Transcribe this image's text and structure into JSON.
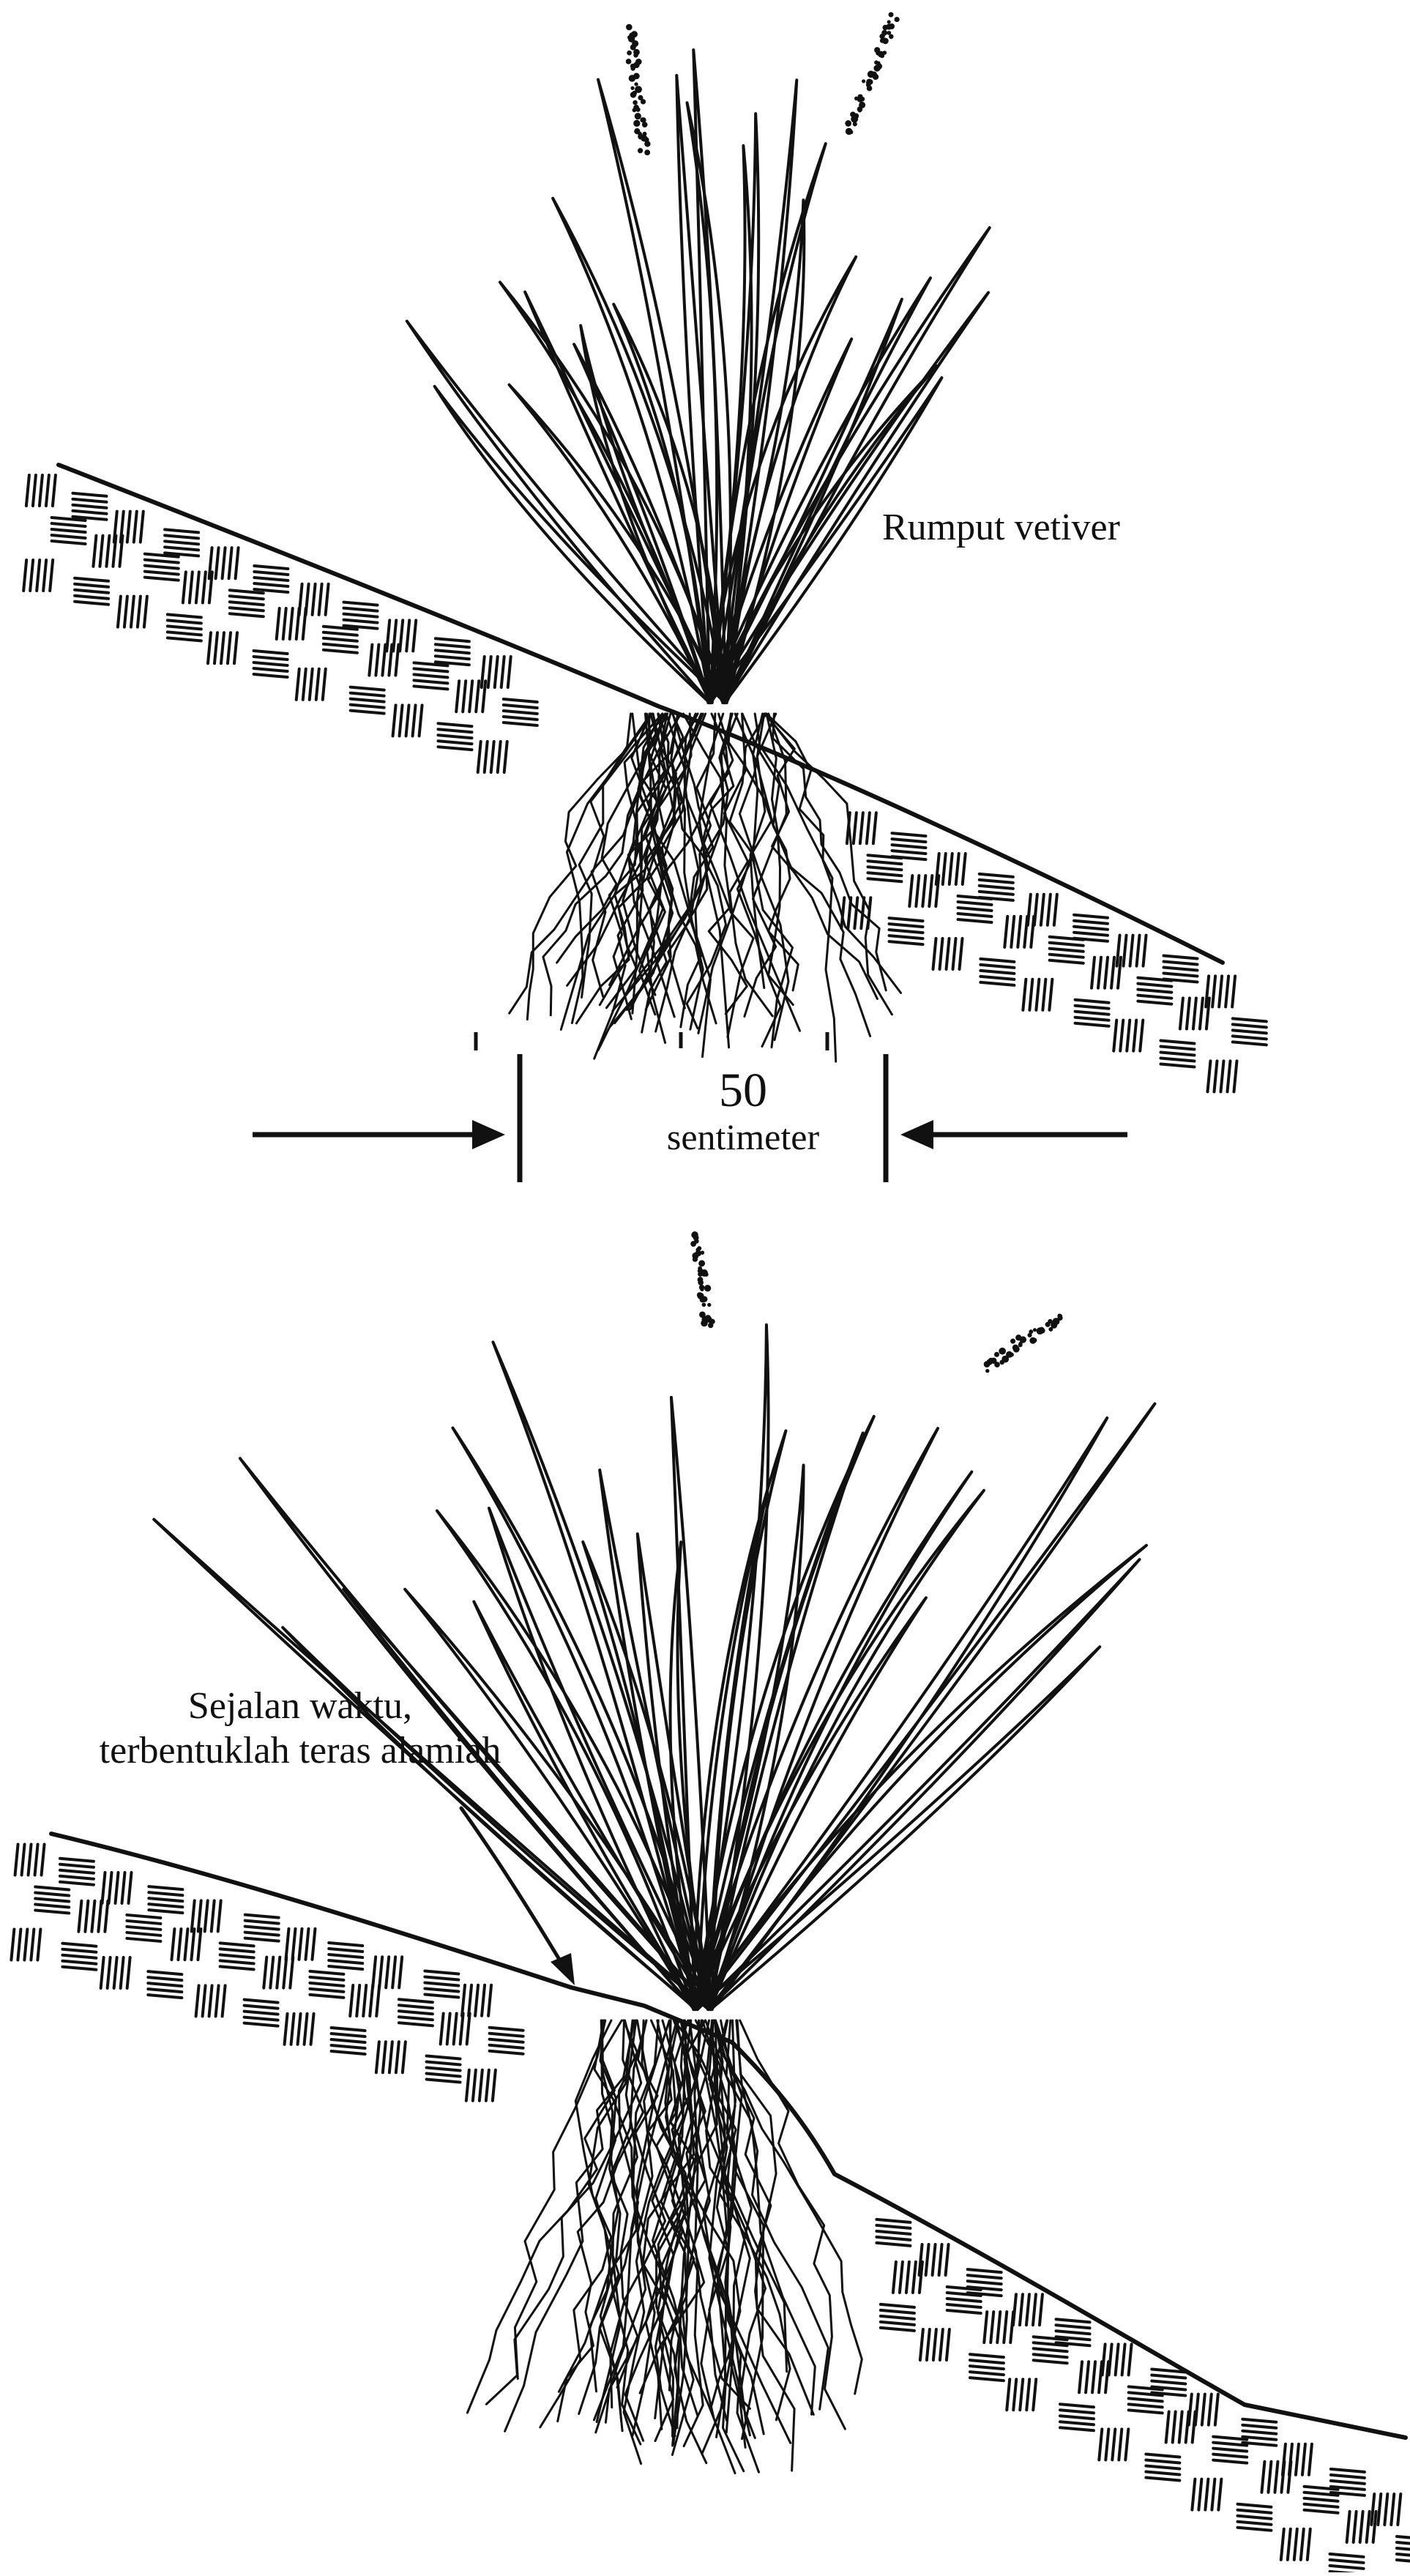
{
  "labels": {
    "top_plant": "Rumput vetiver",
    "distance_value": "50",
    "distance_unit": "sentimeter",
    "terrace": "Sejalan waktu, terbentuklah teras alamiah"
  },
  "colors": {
    "ink": "#111111",
    "background": "#ffffff"
  }
}
